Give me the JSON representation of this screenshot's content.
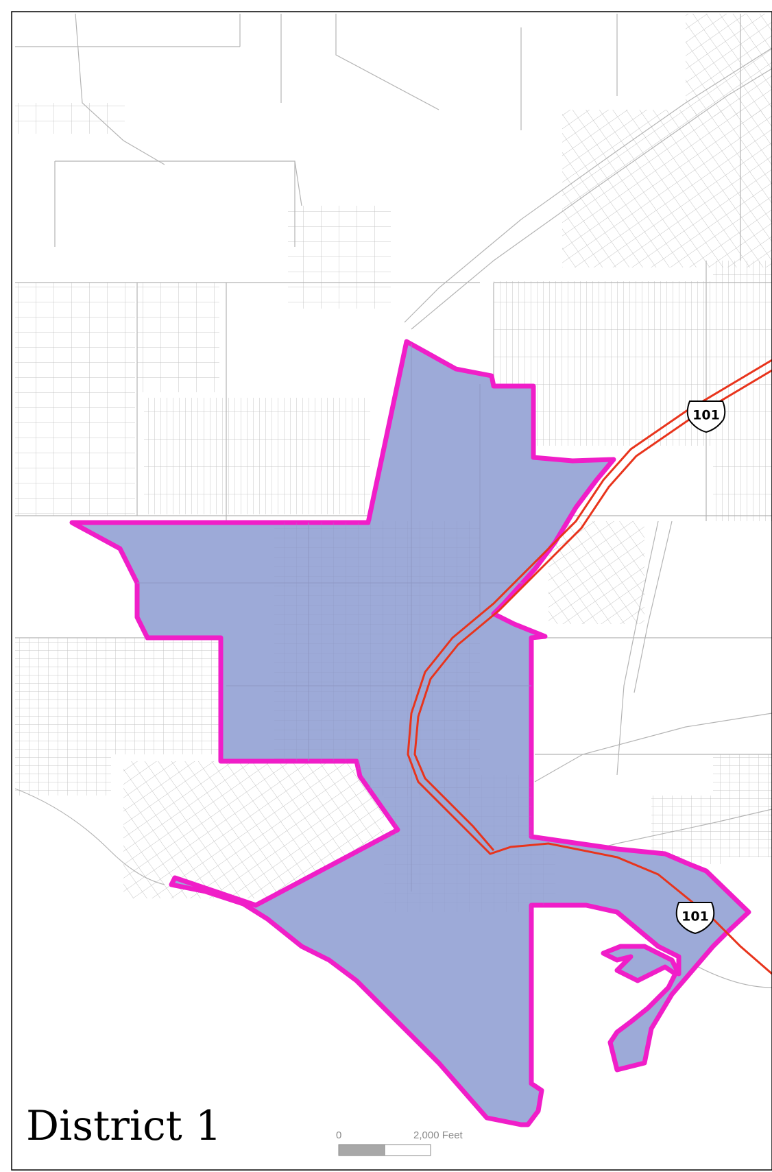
{
  "map": {
    "title": "District 1",
    "highway_label": "101",
    "scale": {
      "zero_label": "0",
      "distance_label": "2,000 Feet"
    },
    "colors": {
      "district_fill": "#9daad8",
      "district_outline": "#f01ec8",
      "highway": "#e8341c",
      "parcel_lines": "#b4b4b4",
      "frame": "#000000"
    }
  }
}
